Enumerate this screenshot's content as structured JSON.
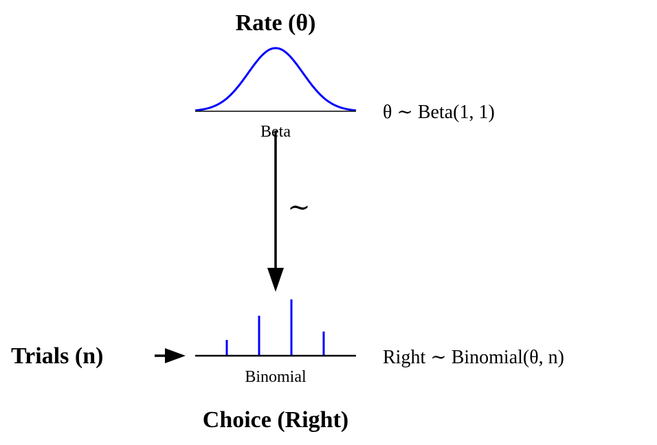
{
  "nodes": {
    "rate": {
      "title": "Rate (θ)",
      "dist_label": "Beta",
      "formula": "θ ∼ Beta(1, 1)"
    },
    "choice": {
      "title": "Choice (Right)",
      "dist_label": "Binomial",
      "formula": "Right ∼ Binomial(θ, n)"
    },
    "trials": {
      "title": "Trials (n)"
    }
  },
  "edge": {
    "label": "∼"
  },
  "binomial_bars": [
    0.28,
    0.71,
    1.0,
    0.43
  ],
  "colors": {
    "curve": "#0000ff",
    "ink": "#000000"
  }
}
